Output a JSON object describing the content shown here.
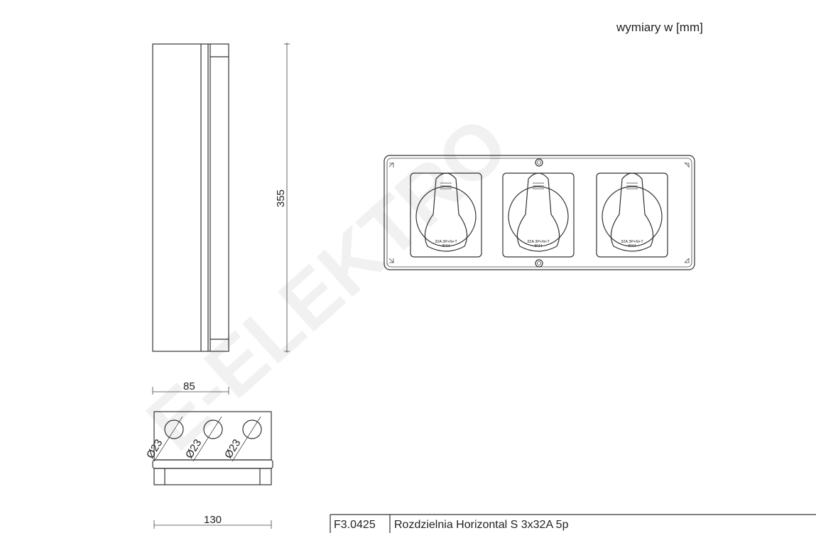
{
  "units_note": "wymiary w [mm]",
  "watermark": "E-ELEKTRO ®",
  "dimensions": {
    "height": "355",
    "depth": "85",
    "width": "130",
    "gland_diameter": "Ø23"
  },
  "socket_label": {
    "line1": "32A 3P+N+T",
    "line2": "IP44"
  },
  "socket_count": 3,
  "title_block": {
    "code": "F3.0425",
    "name": "Rozdzielnia Horizontal S 3x32A 5p"
  }
}
